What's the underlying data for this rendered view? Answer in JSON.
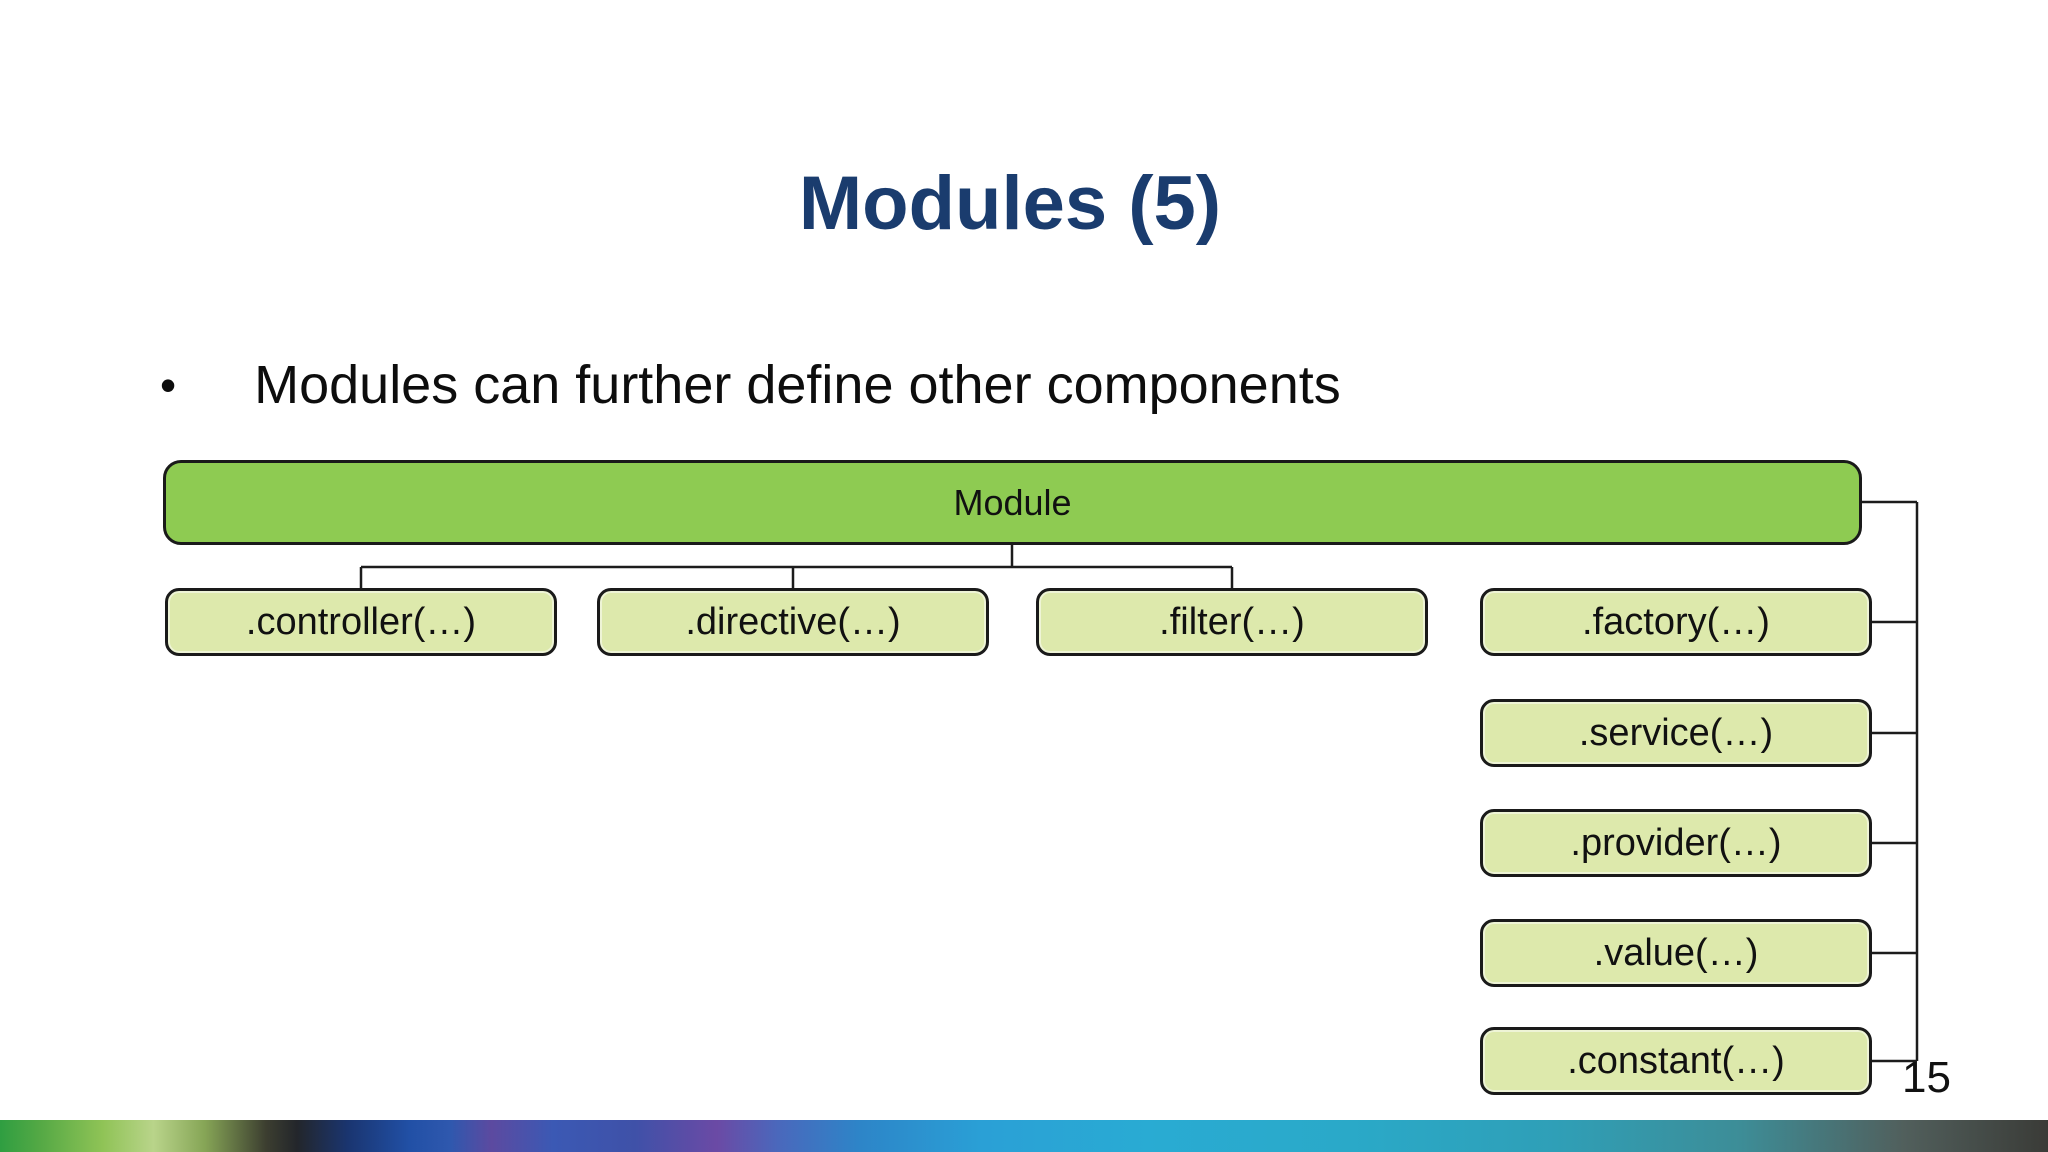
{
  "slide": {
    "title": "Modules (5)",
    "bullet_marker": "•",
    "bullet_text": "Modules can further define other components",
    "page_number": "15"
  },
  "diagram": {
    "type": "tree",
    "root": {
      "label": "Module"
    },
    "top_children": [
      {
        "label": ".controller(…)"
      },
      {
        "label": ".directive(…)"
      },
      {
        "label": ".filter(…)"
      }
    ],
    "right_children": [
      {
        "label": ".factory(…)"
      },
      {
        "label": ".service(…)"
      },
      {
        "label": ".provider(…)"
      },
      {
        "label": ".value(…)"
      },
      {
        "label": ".constant(…)"
      }
    ],
    "colors": {
      "root_fill": "#8ecb52",
      "child_fill": "#dde9ac",
      "node_border": "#1a1a1a",
      "title_text": "#1a3c6e",
      "connector": "#1c1c1c"
    }
  }
}
